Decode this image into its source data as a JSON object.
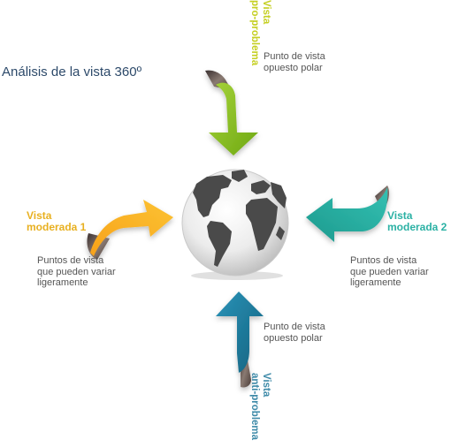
{
  "title": "Análisis de la vista 360º",
  "views": {
    "pro": {
      "label1": "Vista",
      "label2": "pro-problema",
      "desc1": "Punto de vista",
      "desc2": "opuesto polar"
    },
    "anti": {
      "label1": "Vista",
      "label2": "anti-problema",
      "desc1": "Punto de vista",
      "desc2": "opuesto polar"
    },
    "moderada1": {
      "label1": "Vista",
      "label2": "moderada 1",
      "desc1": "Puntos de vista",
      "desc2": "que pueden variar",
      "desc3": "ligeramente"
    },
    "moderada2": {
      "label1": "Vista",
      "label2": "moderada 2",
      "desc1": "Puntos de vista",
      "desc2": "que pueden variar",
      "desc3": "ligeramente"
    }
  },
  "colors": {
    "pro": "#8cc21f",
    "anti": "#1e7ea1",
    "moderada1": "#f5a81c",
    "moderada2": "#27b3a6",
    "title": "#2d4a6a",
    "label_pro": "#c5cf22",
    "label_anti": "#3e8aa8",
    "label_moderada1": "#e8b020",
    "label_moderada2": "#2bb1a4"
  },
  "icons": [
    "globe-icon",
    "arrow-down-icon",
    "arrow-up-icon",
    "arrow-right-icon",
    "arrow-left-icon"
  ]
}
